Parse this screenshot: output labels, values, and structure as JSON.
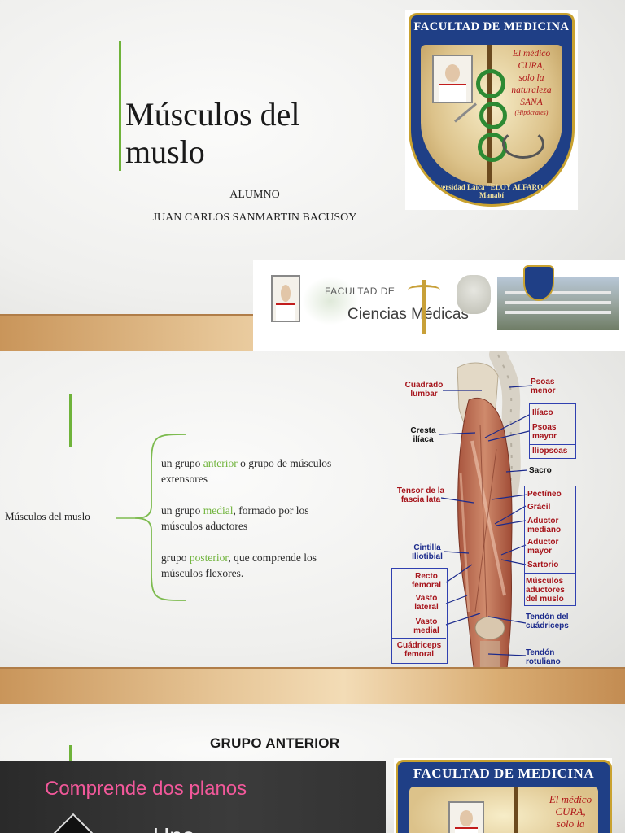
{
  "slide1": {
    "title": "Músculos del muslo",
    "role_label": "ALUMNO",
    "student_name": "JUAN CARLOS SANMARTIN BACUSOY",
    "crest": {
      "heading": "FACULTAD DE MEDICINA",
      "motto": [
        "El médico",
        "CURA,",
        "solo la",
        "naturaleza",
        "SANA",
        "(Hipócrates)"
      ],
      "ring_text": "Universidad Laica \"ELOY ALFARO\" de Manabí"
    },
    "banner": {
      "faculty": "FACULTAD DE",
      "name": "Ciencias Médicas"
    }
  },
  "slide2": {
    "root_label": "Músculos del muslo",
    "items": [
      {
        "pre": "un grupo ",
        "hl": "anterior",
        "post": " o grupo de músculos extensores"
      },
      {
        "pre": "un grupo ",
        "hl": "medial",
        "post": ", formado por los músculos aductores"
      },
      {
        "pre": "grupo ",
        "hl": "posterior",
        "post": ", que comprende los músculos flexores."
      }
    ],
    "anatomy_labels": {
      "cuadrado_lumbar": "Cuadrado lumbar",
      "cresta_iliaca": "Cresta ilíaca",
      "tensor_fascia_lata": "Tensor de la fascia lata",
      "cintilla_iliotibial": "Cintilla Iliotibial",
      "recto_femoral": "Recto femoral",
      "vasto_lateral": "Vasto lateral",
      "vasto_medial": "Vasto medial",
      "cuadriceps_femoral": "Cuádriceps femoral",
      "psoas_menor": "Psoas menor",
      "iliaco": "Ilíaco",
      "psoas_mayor": "Psoas mayor",
      "iliopsoas": "Iliopsoas",
      "sacro": "Sacro",
      "pectineo": "Pectíneo",
      "gracil": "Grácil",
      "aductor_mediano": "Aductor mediano",
      "aductor_mayor": "Aductor mayor",
      "sartorio": "Sartorio",
      "musculos_aductores": "Músculos aductores del muslo",
      "tendon_cuadriceps": "Tendón del cuádriceps",
      "tendon_rotuliano": "Tendón rotuliano"
    }
  },
  "slide3": {
    "heading": "GRUPO ANTERIOR",
    "panel_title": "Comprende dos planos",
    "panel_sub": "Uno",
    "crest_heading": "FACULTAD DE MEDICINA",
    "crest_motto": [
      "El médico",
      "CURA,",
      "solo la"
    ]
  },
  "colors": {
    "accent_green": "#6fb33a",
    "crest_blue": "#1f3f86",
    "crest_gold": "#c9a230",
    "anatomy_red": "#a6141b",
    "anatomy_navy": "#1b2a8c",
    "panel_pink": "#f2589a"
  }
}
